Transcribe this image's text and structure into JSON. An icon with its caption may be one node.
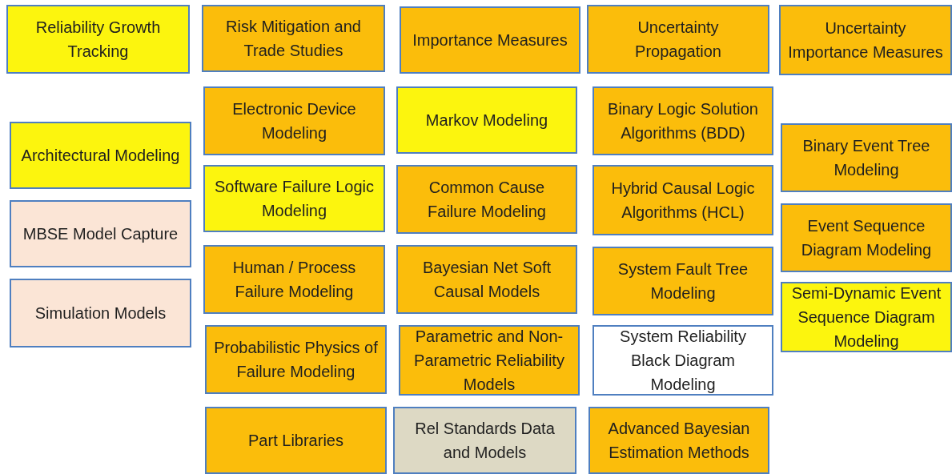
{
  "diagram": {
    "nodes": [
      {
        "text": [
          "Reliability Growth Tracking"
        ]
      },
      {
        "text": [
          "Risk Mitigation and Trade Studies"
        ]
      },
      {
        "text": [
          "Importance Measures"
        ]
      },
      {
        "text": [
          "Uncertainty Propagation"
        ]
      },
      {
        "text": [
          "Uncertainty Importance Measures"
        ]
      },
      {
        "text": [
          "Electronic Device Modeling"
        ]
      },
      {
        "text": [
          "Markov Modeling"
        ]
      },
      {
        "text": [
          "Binary Logic Solution Algorithms (BDD)"
        ]
      },
      {
        "text": [
          "Architectural Modeling"
        ]
      },
      {
        "text": [
          "Binary Event Tree Modeling"
        ]
      },
      {
        "text": [
          "Software Failure Logic Modeling"
        ]
      },
      {
        "text": [
          "Common Cause Failure Modeling"
        ]
      },
      {
        "text": [
          "Hybrid Causal Logic Algorithms (HCL)"
        ]
      },
      {
        "text": [
          "MBSE Model Capture"
        ]
      },
      {
        "text": [
          "Event Sequence Diagram Modeling"
        ]
      },
      {
        "text": [
          "Human / Process Failure Modeling"
        ]
      },
      {
        "text": [
          "Bayesian Net Soft Causal Models"
        ]
      },
      {
        "text": [
          "System Fault Tree Modeling"
        ]
      },
      {
        "text": [
          "Simulation Models"
        ]
      },
      {
        "text": [
          "Semi-Dynamic Event Sequence Diagram Modeling"
        ]
      },
      {
        "text": [
          "Probabilistic Physics of Failure Modeling"
        ]
      },
      {
        "text": [
          "Parametric and Non-Parametric Reliability Models"
        ]
      },
      {
        "text": [
          "System Reliability Black Diagram Modeling"
        ]
      },
      {
        "text": [
          "Part Libraries"
        ]
      },
      {
        "text": [
          "Rel Standards Data and Models"
        ]
      },
      {
        "text": [
          "Advanced Bayesian Estimation Methods"
        ]
      }
    ]
  }
}
